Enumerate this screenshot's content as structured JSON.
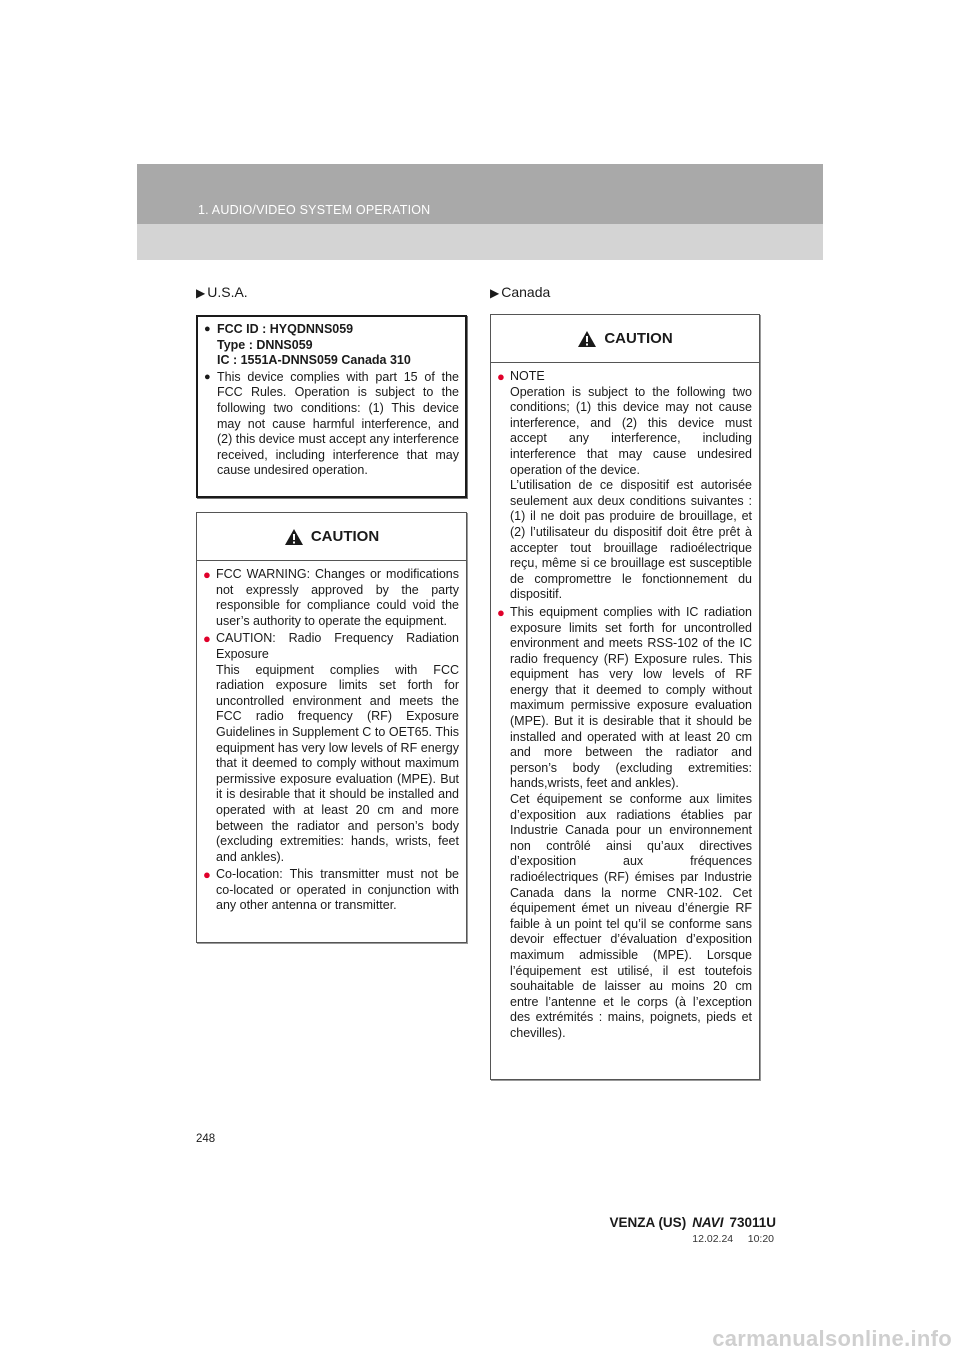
{
  "header": {
    "title": "1. AUDIO/VIDEO SYSTEM OPERATION"
  },
  "left": {
    "label": "U.S.A.",
    "fcc_items": [
      {
        "bold": true,
        "text": "FCC ID : HYQDNNS059\nType : DNNS059\nIC : 1551A-DNNS059 Canada 310"
      },
      {
        "bold": false,
        "text": "This device complies with part 15 of the FCC Rules. Operation is subject to the following two conditions: (1) This device may not cause harmful interference, and (2) this device must accept any interference received, including interference that may cause undesired operation."
      }
    ],
    "caution": {
      "title": "CAUTION",
      "items": [
        "FCC WARNING: Changes or modifications not expressly approved by the party responsible for compliance could void the user’s authority to operate the equipment.",
        "CAUTION: Radio Frequency Radiation Exposure\nThis equipment complies with FCC radiation exposure limits set forth for uncontrolled environment and meets the FCC radio frequency (RF) Exposure Guidelines in Supplement C to OET65. This equipment has very low levels of RF energy that it deemed to comply without maximum permissive exposure evaluation (MPE). But it is desirable that it should be installed and operated with at least 20 cm and more between the radiator and person’s body (excluding extremities: hands, wrists, feet and ankles).",
        "Co-location: This transmitter must not be co-located or operated in conjunction with any other antenna or transmitter."
      ]
    }
  },
  "right": {
    "label": "Canada",
    "caution": {
      "title": "CAUTION",
      "items": [
        " NOTE\nOperation is subject to the following two conditions; (1) this device may not cause interference, and (2) this device must accept any interference, including interference that may cause undesired operation of the device.\nL’utilisation de ce dispositif est autorisée seulement aux deux conditions suivantes : (1) il ne doit pas produire de brouillage, et (2) l’utilisateur du dispositif doit être prêt à accepter tout brouillage radioélectrique reçu, même si ce brouillage est susceptible de compromettre le fonctionnement du dispositif.",
        "This equipment complies with IC radiation exposure limits set forth for uncontrolled environment and meets RSS-102 of the IC radio frequency (RF) Exposure rules. This equipment has very low levels of RF energy that it deemed to comply without maximum permissive exposure evaluation (MPE). But it is desirable that it should be installed and operated with at least 20 cm and more between the radiator and person’s body (excluding extremities: hands,wrists, feet and ankles).\nCet équipement se conforme aux limites d’exposition aux radiations établies par Industrie Canada pour un environnement non contrôlé ainsi qu’aux directives d’exposition aux fréquences radioélectriques (RF) émises par Industrie Canada dans la norme CNR-102. Cet équipement émet un niveau d’énergie RF faible à un point tel qu’il se conforme sans devoir effectuer d’évaluation d’exposition maximum admissible (MPE). Lorsque l’équipement est utilisé, il est toutefois souhaitable de laisser au moins 20 cm entre l’antenne et le corps (à l’exception des extrémités : mains, poignets, pieds et chevilles)."
      ]
    }
  },
  "footer": {
    "page_number": "248",
    "model_prefix": "VENZA (US)",
    "model_navi": "NAVI",
    "model_code": "73011U",
    "date": "12.02.24     10:20"
  },
  "watermark": "carmanualsonline.info",
  "colors": {
    "bullet": "#e0002a",
    "header_dark": "#a9a9a9",
    "header_light": "#d4d4d4"
  }
}
